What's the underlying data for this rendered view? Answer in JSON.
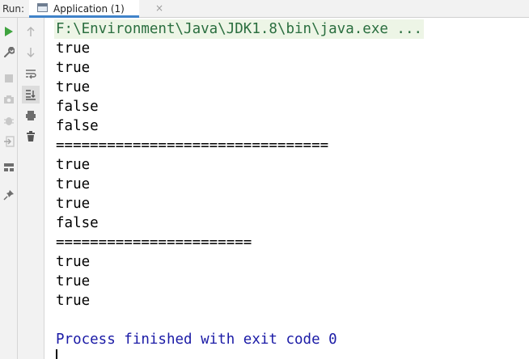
{
  "run_panel": {
    "label": "Run:",
    "tab": {
      "label": "Application (1)",
      "close": "×"
    }
  },
  "console": {
    "command": "F:\\Environment\\Java\\JDK1.8\\bin\\java.exe ...",
    "lines": [
      "true",
      "true",
      "true",
      "false",
      "false",
      "================================",
      "true",
      "true",
      "true",
      "false",
      "=======================",
      "true",
      "true",
      "true",
      ""
    ],
    "exit_message": "Process finished with exit code 0"
  },
  "toolbar_icons": {
    "left": [
      "run-icon",
      "wrench-icon",
      "stop-icon",
      "camera-icon",
      "bug-icon",
      "exit-icon",
      "layout-icon",
      "pin-icon"
    ],
    "right": [
      "up-arrow-icon",
      "down-arrow-icon",
      "soft-wrap-icon",
      "scroll-to-end-icon",
      "print-icon",
      "trash-icon"
    ]
  },
  "colors": {
    "command_text": "#2a6e3f",
    "command_background": "#edf5e6",
    "exit_text": "#1a1aa6",
    "tab_underline": "#4083c9",
    "run_green": "#3fa33f"
  }
}
